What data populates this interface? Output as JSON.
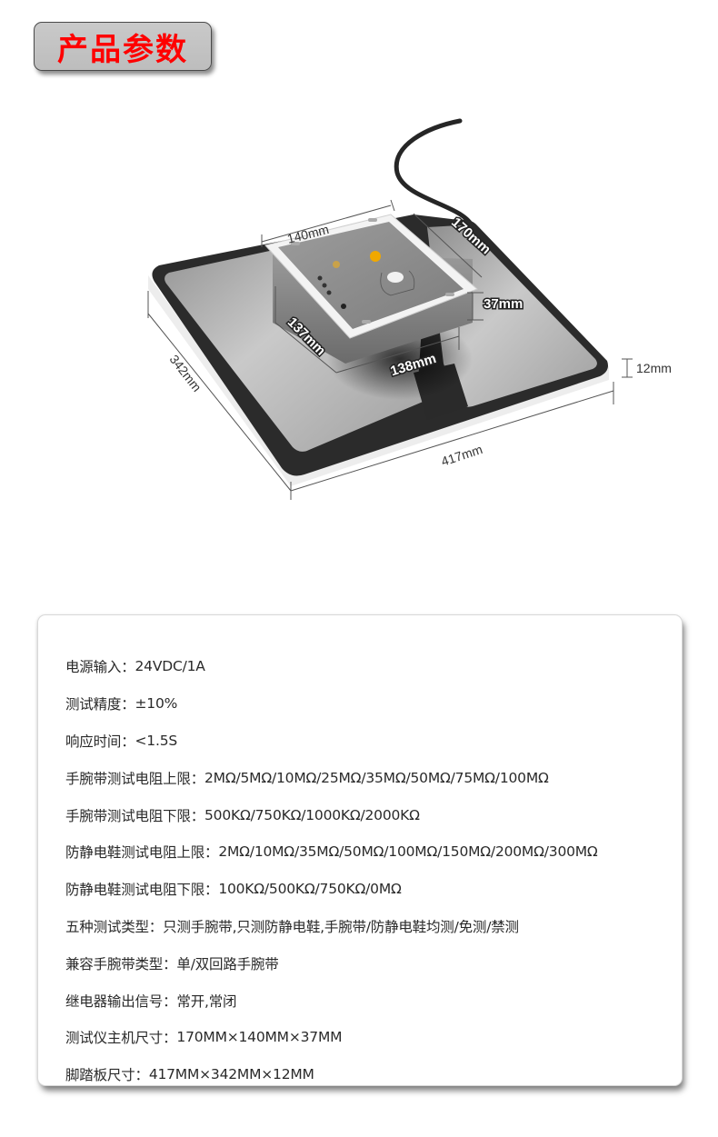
{
  "header": {
    "title": "产品参数"
  },
  "product_figure": {
    "dimensions": {
      "host_width": "140mm",
      "host_depth": "170mm",
      "host_height": "37mm",
      "base_depth": "137mm",
      "base_width": "138mm",
      "plate_thickness": "12mm",
      "plate_depth": "342mm",
      "plate_width": "417mm"
    }
  },
  "specs": [
    {
      "label": "电源输入：",
      "value": "24VDC/1A"
    },
    {
      "label": "测试精度：",
      "value": "±10%"
    },
    {
      "label": "响应时间：",
      "value": "<1.5S"
    },
    {
      "label": "手腕带测试电阻上限：",
      "value": "2MΩ/5MΩ/10MΩ/25MΩ/35MΩ/50MΩ/75MΩ/100MΩ"
    },
    {
      "label": "手腕带测试电阻下限：",
      "value": "500KΩ/750KΩ/1000KΩ/2000KΩ"
    },
    {
      "label": "防静电鞋测试电阻上限：",
      "value": "2MΩ/10MΩ/35MΩ/50MΩ/100MΩ/150MΩ/200MΩ/300MΩ"
    },
    {
      "label": "防静电鞋测试电阻下限：",
      "value": "100KΩ/500KΩ/750KΩ/0MΩ"
    },
    {
      "label": "五种测试类型：",
      "value": "只测手腕带,只测防静电鞋,手腕带/防静电鞋均测/免测/禁测"
    },
    {
      "label": "兼容手腕带类型：",
      "value": "单/双回路手腕带"
    },
    {
      "label": "继电器输出信号：",
      "value": "常开,常闭"
    },
    {
      "label": "测试仪主机尺寸：",
      "value": "170MM×140MM×37MM"
    },
    {
      "label": "脚踏板尺寸：",
      "value": "417MM×342MM×12MM"
    }
  ],
  "colors": {
    "title_text": "#ff0000",
    "title_bg": "#c4c4c4",
    "plate_border": "#2b2b2b",
    "plate_surface": "#b5b5b5"
  }
}
